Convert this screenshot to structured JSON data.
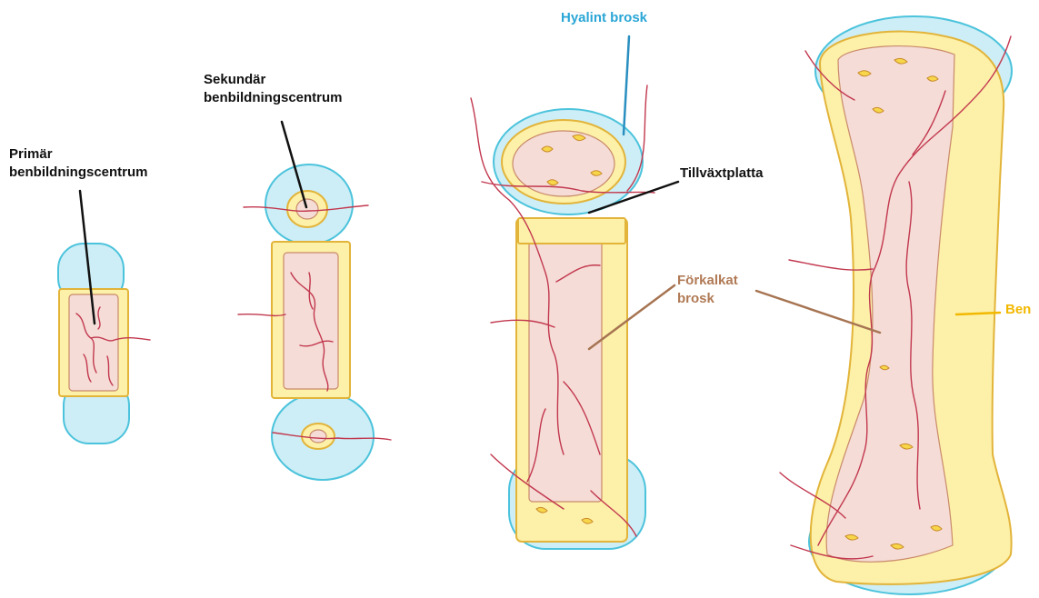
{
  "labels": {
    "primar": {
      "lines": [
        "Primär",
        "benbildningscentrum"
      ],
      "color": "#111111"
    },
    "sekundar": {
      "lines": [
        "Sekundär",
        "benbildningscentrum"
      ],
      "color": "#111111"
    },
    "hyalint": {
      "lines": [
        "Hyalint brosk"
      ],
      "color": "#2aa6d6"
    },
    "tillvaxt": {
      "lines": [
        "Tillväxtplatta"
      ],
      "color": "#111111"
    },
    "forkalkat": {
      "lines": [
        "Förkalkat",
        "brosk"
      ],
      "color": "#b07a55"
    },
    "ben": {
      "lines": [
        "Ben"
      ],
      "color": "#f2b800"
    }
  },
  "colors": {
    "cartilage_fill": "#cdeef6",
    "cartilage_stroke": "#4cc3dc",
    "bone_fill": "#fdf0a8",
    "bone_stroke": "#e2b43a",
    "marrow_fill": "#f5dcd6",
    "vessel": "#c2384f",
    "pointer_black": "#111111",
    "pointer_blue": "#2a8fc0",
    "pointer_brown": "#a67452",
    "pointer_yellow": "#f2b800"
  }
}
